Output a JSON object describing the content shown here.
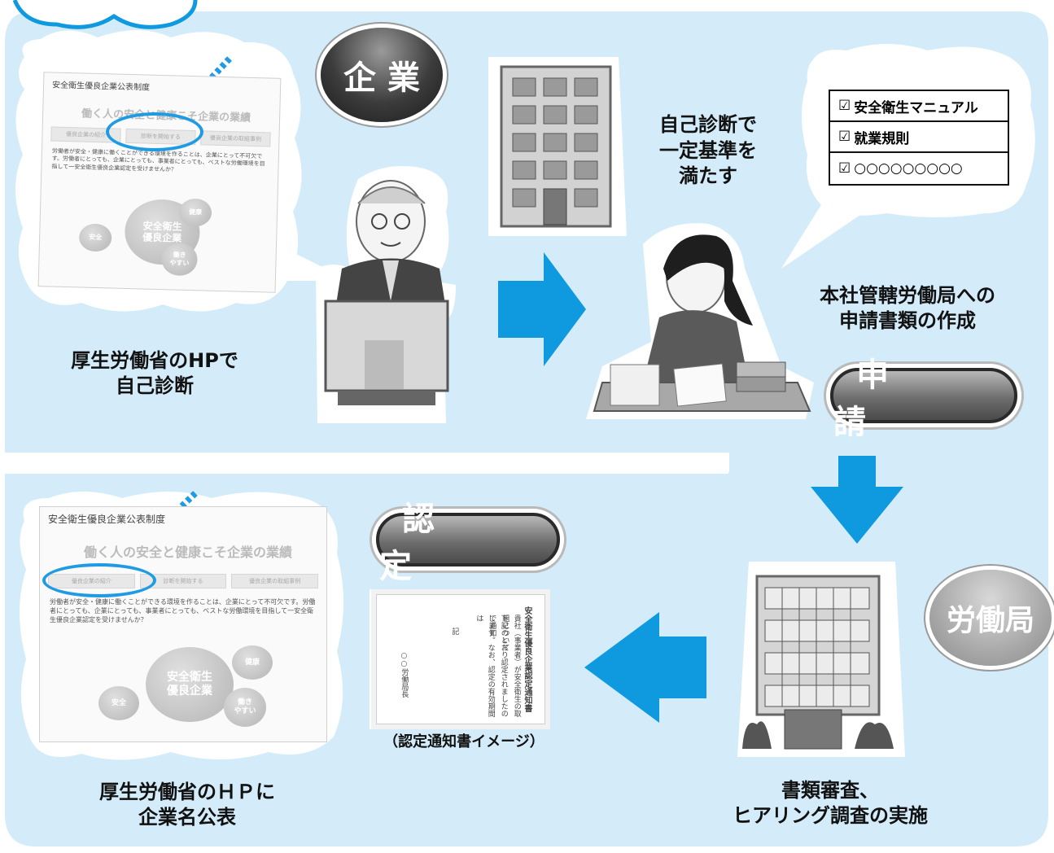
{
  "colors": {
    "panel": "#d4ecf9",
    "arrow": "#0f9ae0",
    "dash": "#1f9be4"
  },
  "company_badge": "企 業",
  "bureau_badge": "労働局",
  "apply_badge": "申　請",
  "certify_badge": "認　定",
  "self_check_label": [
    "厚生労働省のHPで",
    "自己診断"
  ],
  "meets_label": [
    "自己診断で",
    "一定基準を",
    "満たす"
  ],
  "documents_label": [
    "本社管轄労働局への",
    "申請書類の作成"
  ],
  "review_label": [
    "書類審査、",
    "ヒアリング調査の実施"
  ],
  "publish_label": [
    "厚生労働省のＨＰに",
    "企業名公表"
  ],
  "notice_caption": "（認定通知書イメージ）",
  "checklist": [
    "安全衛生マニュアル",
    "就業規則",
    "○○○○○○○○○"
  ],
  "site": {
    "header": "安全衛生優良企業公表制度",
    "title": "働く人の安全と健康こそ企業の業績",
    "tabs": [
      "優良企業の紹介",
      "診断を開始する",
      "優良企業の取組事例"
    ],
    "intro": "労働者が安全・健康に働くことができる環境を作ることは、企業にとって不可欠です。労働者にとっても、企業にとっても、事業者にとっても、ベストな労働環境を目指して一安全衛生優良企業認定を受けませんか？",
    "center_bubble": [
      "安全衛生",
      "優良企業"
    ],
    "bubble_health": "健康",
    "bubble_safety": "安全",
    "bubble_work": [
      "働き",
      "やすい"
    ]
  },
  "notice_doc": {
    "columns": [
      "安全衛生優良企業認定通知書",
      "貴社（事業者）が安全衛生の取組について",
      "下記のとおり認定されましたので通知",
      "します。なお、認定の有効期間は",
      "記",
      "○○労働局長"
    ]
  }
}
